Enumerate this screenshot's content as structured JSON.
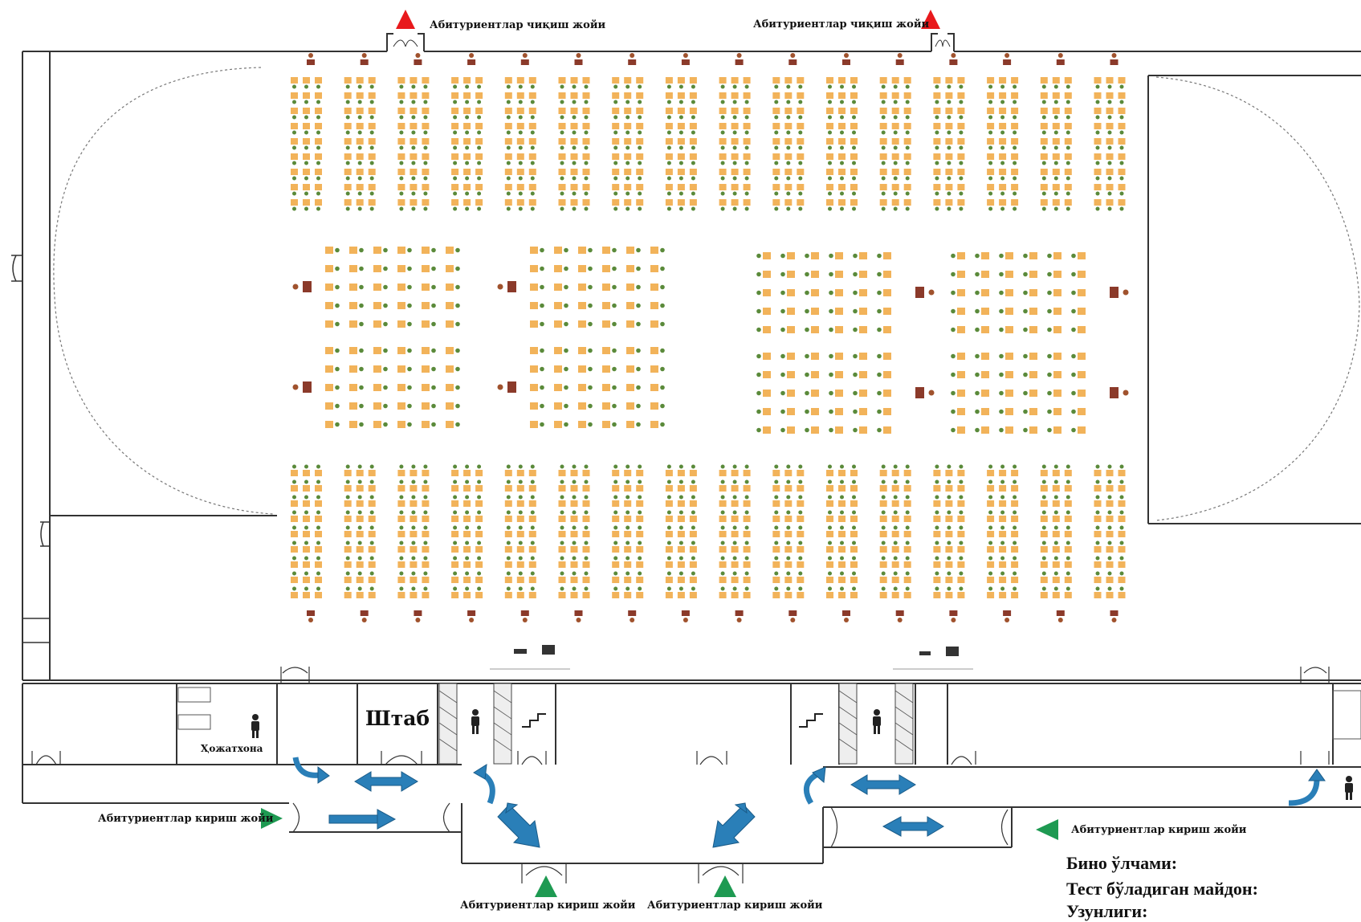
{
  "labels": {
    "exit_left": "Абитуриентлар чиқиш жойи",
    "exit_right": "Абитуриентлар чиқиш жойи",
    "entry_left": "Абитуриентлар кириш жойи",
    "entry_right": "Абитуриентлар кириш жойи",
    "entry_bottom_left": "Абитуриентлар кириш жойи",
    "entry_bottom_right": "Абитуриентлар кириш жойи",
    "headquarters": "Штаб",
    "toilet": "Ҳожатхона"
  },
  "info": {
    "line1": "Бино ўлчами:",
    "line2": "Тест бўладиган майдон:",
    "line3": "Узунлиги:"
  },
  "icons": {
    "exit_marker": "red-triangle-icon",
    "entry_marker": "green-triangle-icon",
    "flow_arrow": "blue-arrow-icon",
    "person": "person-icon",
    "stairs": "stairs-icon"
  },
  "colors": {
    "exit": "#e8191c",
    "entry": "#1e9a52",
    "arrow": "#2a7fb8",
    "desk": "#f2b35a",
    "chair": "#5a8a3a",
    "proctor_desk": "#8b3a2a",
    "wall": "#333333"
  }
}
